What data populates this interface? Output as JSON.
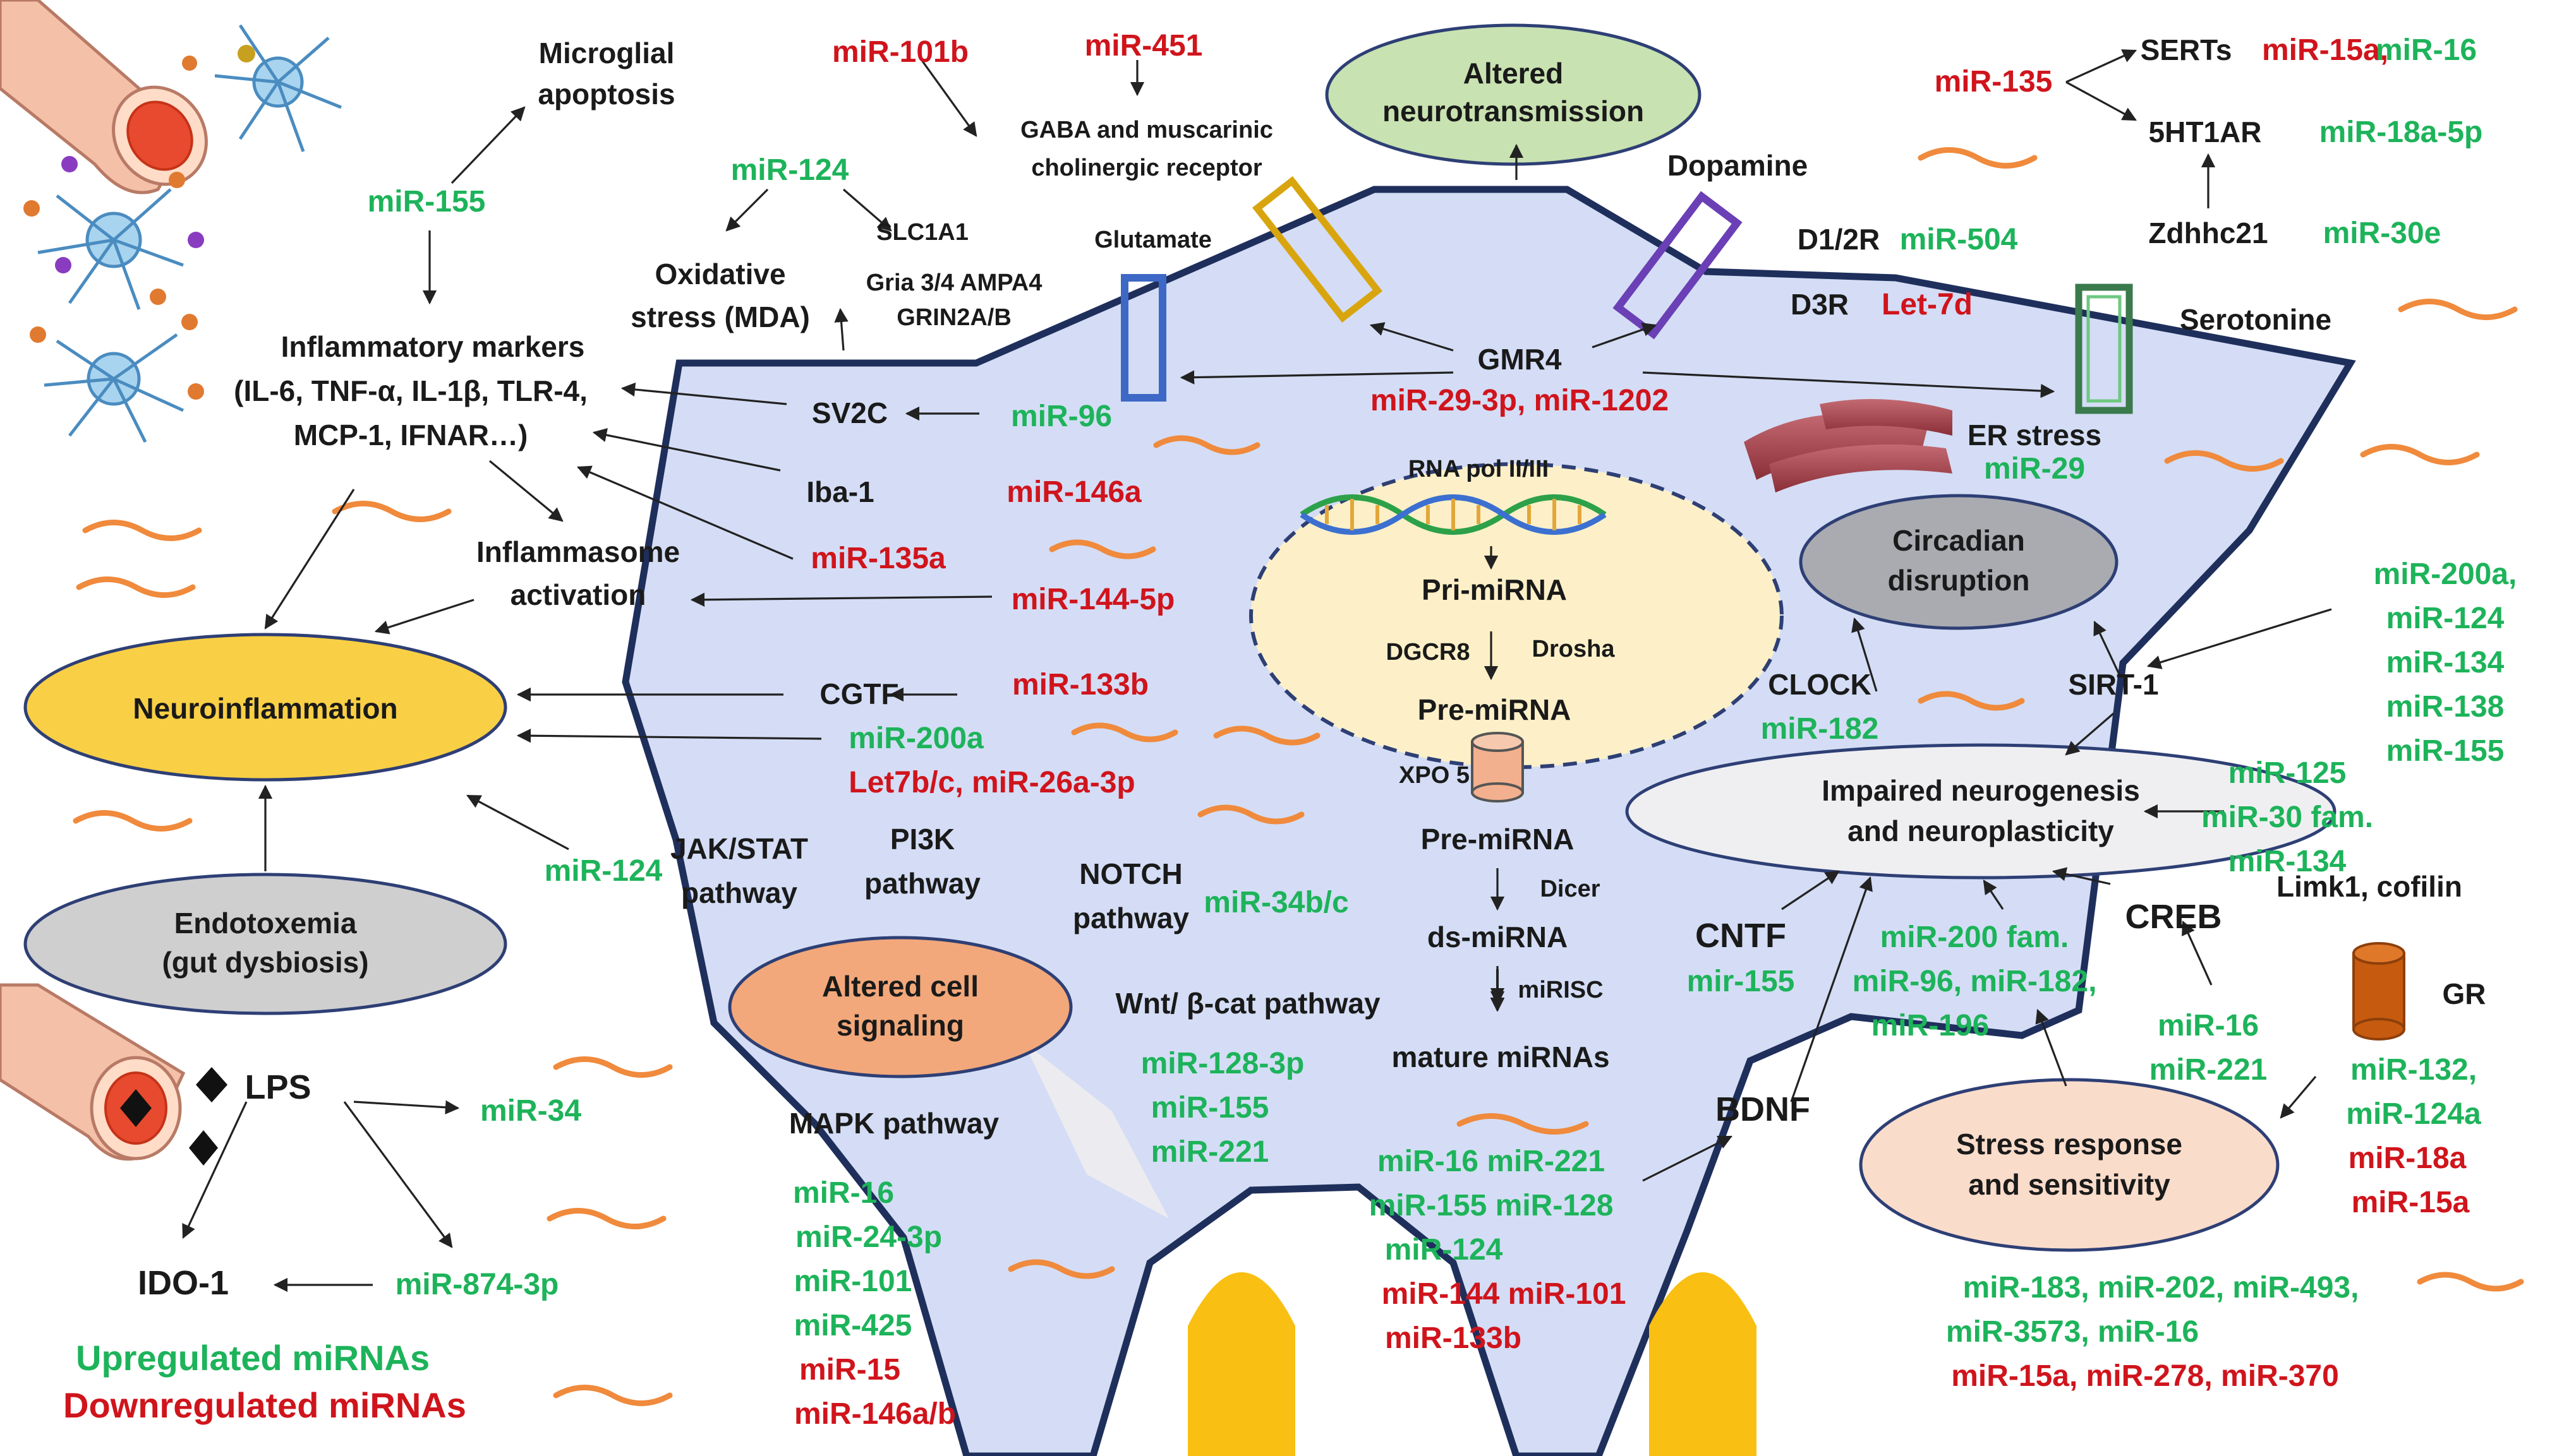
{
  "labels": {
    "altered_neurotransmission": [
      "Altered",
      "neurotransmission"
    ],
    "neuroinflammation": "Neuroinflammation",
    "endotoxemia": [
      "Endotoxemia",
      "(gut dysbiosis)"
    ],
    "altered_cell_signaling": [
      "Altered cell",
      "signaling"
    ],
    "circadian_disruption": [
      "Circadian",
      "disruption"
    ],
    "impaired_neurogenesis": [
      "Impaired neurogenesis",
      "and neuroplasticity"
    ],
    "stress_response": [
      "Stress response",
      "and sensitivity"
    ],
    "microglial_apoptosis": [
      "Microglial",
      "apoptosis"
    ],
    "inflammatory_markers": [
      "Inflammatory markers",
      "(IL-6, TNF-α, IL-1β, TLR-4,",
      "MCP-1, IFNAR…)"
    ],
    "inflammasome": [
      "Inflammasome",
      "activation"
    ],
    "oxidative_stress": [
      "Oxidative",
      "stress (MDA)"
    ],
    "slc1a1": "SLC1A1",
    "gria": [
      "Gria 3/4 AMPA4",
      "GRIN2A/B"
    ],
    "gaba": [
      "GABA and muscarinic",
      "cholinergic receptor"
    ],
    "glutamate": "Glutamate",
    "dopamine": "Dopamine",
    "d12r": "D1/2R",
    "d3r": "D3R",
    "serotonine": "Serotonine",
    "serts": "SERTs",
    "htr": "5HT1AR",
    "zdhhc21": "Zdhhc21",
    "gmr4": "GMR4",
    "sv2c": "SV2C",
    "iba1": "Iba-1",
    "cgtf": "CGTF",
    "er_stress": "ER stress",
    "rna_pol": "RNA pol II/III",
    "pri_mirna": "Pri-miRNA",
    "dgcr8": "DGCR8",
    "drosha": "Drosha",
    "pre_mirna": "Pre-miRNA",
    "xpo5": "XPO 5",
    "pre_mirna2": "Pre-miRNA",
    "dicer": "Dicer",
    "ds_mirna": "ds-miRNA",
    "mirisc": "miRISC",
    "mature": "mature miRNAs",
    "clock": "CLOCK",
    "sirt1": "SIRT-1",
    "cntf": "CNTF",
    "creb": "CREB",
    "limk": "Limk1, cofilin",
    "gr": "GR",
    "bdnf": "BDNF",
    "jak": [
      "JAK/STAT",
      "pathway"
    ],
    "pi3k": [
      "PI3K",
      "pathway"
    ],
    "notch": [
      "NOTCH",
      "pathway"
    ],
    "wnt": "Wnt/ β-cat pathway",
    "mapk": "MAPK pathway",
    "lps": "LPS",
    "ido1": "IDO-1"
  },
  "mirnas": {
    "mir155_top": "miR-155",
    "mir101b": "miR-101b",
    "mir451": "miR-451",
    "mir124_top": "miR-124",
    "mir135": "miR-135",
    "mir15a_top": "miR-15a,",
    "mir16_top": "miR-16",
    "mir18a5p": "miR-18a-5p",
    "mir30e": "miR-30e",
    "mir504": "miR-504",
    "let7d": "Let-7d",
    "mir29_3p": "miR-29-3p, miR-1202",
    "mir96": "miR-96",
    "mir146a": "miR-146a",
    "mir135a": "miR-135a",
    "mir144_5p": "miR-144-5p",
    "mir133b": "miR-133b",
    "mir200a": "miR-200a",
    "let7bc": "Let7b/c, miR-26a-3p",
    "mir124_left": "miR-124",
    "mir29": "miR-29",
    "sirt_list": [
      "miR-200a,",
      "miR-124",
      "miR-134",
      "miR-138",
      "miR-155"
    ],
    "mir182": "miR-182",
    "neuro_list": [
      "miR-125",
      "miR-30 fam.",
      "miR-134"
    ],
    "mir155_cntf": "mir-155",
    "bdnf_group": [
      "miR-200 fam.",
      "miR-96, miR-182,",
      "miR-196"
    ],
    "creb_list": [
      "miR-16",
      "miR-221"
    ],
    "gr_green": [
      "miR-132,",
      "miR-124a"
    ],
    "gr_red": [
      "miR-18a",
      "miR-15a"
    ],
    "mir34bc": "miR-34b/c",
    "wnt_list": [
      "miR-128-3p",
      "miR-155",
      "miR-221"
    ],
    "mapk_green": [
      "miR-16",
      "miR-24-3p",
      "miR-101",
      "miR-425"
    ],
    "mapk_red": [
      "miR-15",
      "miR-146a/b"
    ],
    "mature_green": [
      "miR-16 miR-221",
      "miR-155 miR-128",
      "miR-124"
    ],
    "mature_red": [
      "miR-144  miR-101",
      "miR-133b"
    ],
    "mir34": "miR-34",
    "mir874": "miR-874-3p",
    "stress_green": [
      "miR-183, miR-202, miR-493,",
      "miR-3573, miR-16"
    ],
    "stress_red": "miR-15a, miR-278, miR-370"
  },
  "legend": {
    "up": "Upregulated miRNAs",
    "down": "Downregulated miRNAs"
  },
  "colors": {
    "upregulated": "#1db35a",
    "downregulated": "#d0141c",
    "cell_body": "#d4ddf5",
    "cell_border": "#1f2f5c",
    "neuroinflammation": "#f9cf45",
    "altered_neurotransmission": "#c8e2b1",
    "altered_cell_signaling": "#f2a87a",
    "endotoxemia_circadian": "#cfcfcf",
    "nucleus": "#fdf0c8",
    "stress_response": "#fadccb",
    "axon": "#f9bf12"
  }
}
